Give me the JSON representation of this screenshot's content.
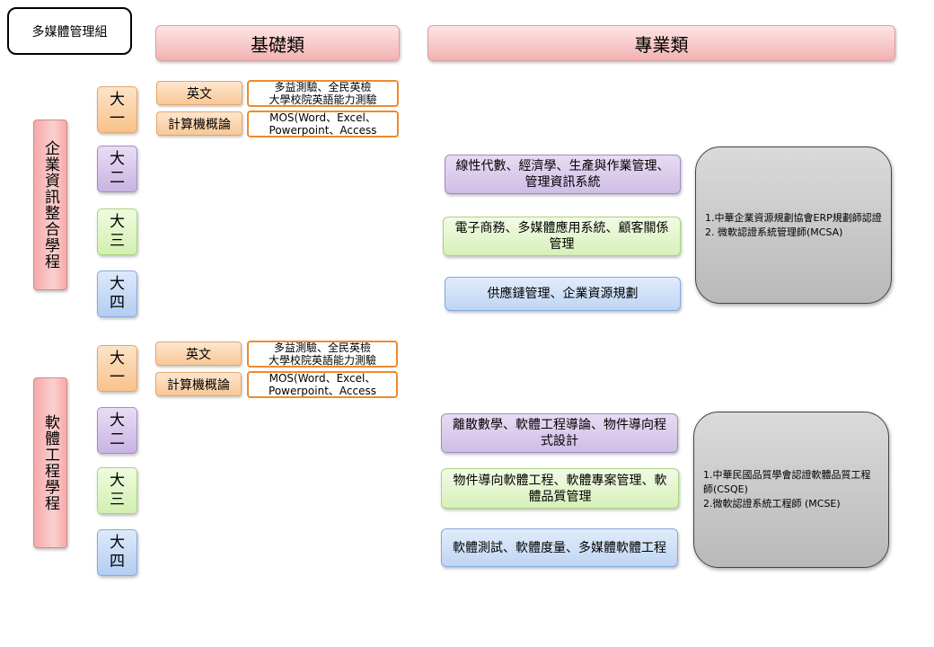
{
  "title": "多媒體管理組",
  "headers": {
    "basic": "基礎類",
    "professional": "專業類"
  },
  "programs": [
    {
      "name": "企業資訊整合學程",
      "years": [
        {
          "l1": "大",
          "l2": "一"
        },
        {
          "l1": "大",
          "l2": "二"
        },
        {
          "l1": "大",
          "l2": "三"
        },
        {
          "l1": "大",
          "l2": "四"
        }
      ],
      "basic": [
        {
          "subject": "英文",
          "cert": "多益測驗、全民英檢\n大學校院英語能力測驗"
        },
        {
          "subject": "計算機概論",
          "cert": "MOS(Word、Excel、\nPowerpoint、Access"
        }
      ],
      "courses": [
        "線性代數、經濟學、生產與作業管理、管理資訊系統",
        "電子商務、多媒體應用系統、顧客關係管理",
        "供應鏈管理、企業資源規劃"
      ],
      "license": [
        "1.中華企業資源規劃協會ERP規劃師認證",
        "2. 微軟認證系統管理師(MCSA)"
      ]
    },
    {
      "name": "軟體工程學程",
      "years": [
        {
          "l1": "大",
          "l2": "一"
        },
        {
          "l1": "大",
          "l2": "二"
        },
        {
          "l1": "大",
          "l2": "三"
        },
        {
          "l1": "大",
          "l2": "四"
        }
      ],
      "basic": [
        {
          "subject": "英文",
          "cert": "多益測驗、全民英檢\n大學校院英語能力測驗"
        },
        {
          "subject": "計算機概論",
          "cert": "MOS(Word、Excel、\nPowerpoint、Access"
        }
      ],
      "courses": [
        "離散數學、軟體工程導論、物件導向程式設計",
        "物件導向軟體工程、軟體專案管理、軟體品質管理",
        "軟體測試、軟體度量、多媒體軟體工程"
      ],
      "license": [
        "1.中華民國品質學會認證軟體品質工程師(CSQE)",
        "2.微軟認證系統工程師 (MCSE)"
      ]
    }
  ]
}
